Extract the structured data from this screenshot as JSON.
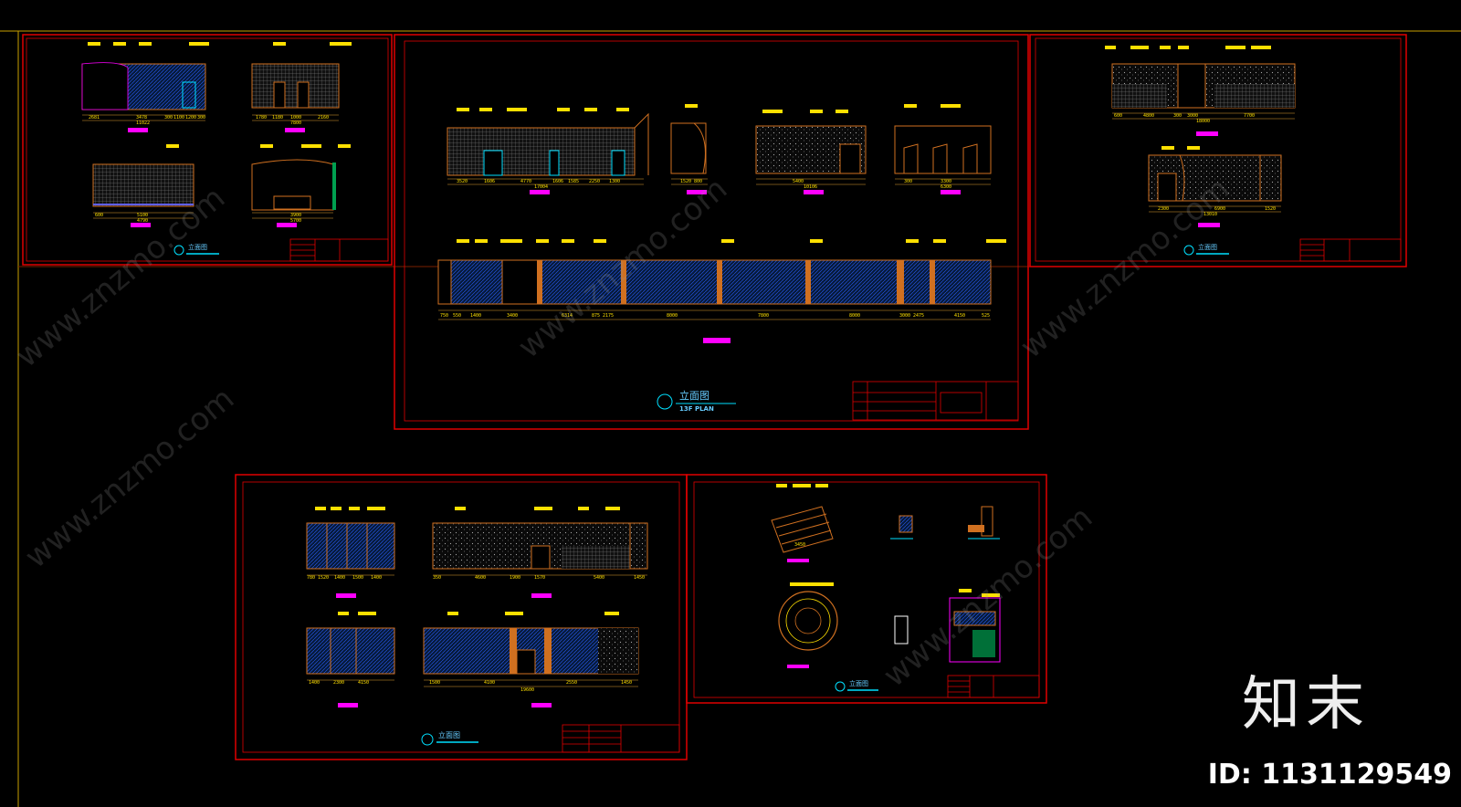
{
  "colors": {
    "background": "#000000",
    "frame": "#e00000",
    "guide": "#c8a000",
    "label_yellow": "#ffe000",
    "magenta": "#ff00ff",
    "cyan": "#00e0ff",
    "wall_orange": "#d07020",
    "pattern_blue": "#3060ff"
  },
  "sheets": [
    {
      "id": "s1",
      "title": "立面图",
      "subtitle": ""
    },
    {
      "id": "s2",
      "title": "立面图",
      "subtitle": "13F PLAN"
    },
    {
      "id": "s3",
      "title": "立面图",
      "subtitle": ""
    },
    {
      "id": "s4",
      "title": "立面图",
      "subtitle": ""
    },
    {
      "id": "s5",
      "title": "立面图",
      "subtitle": ""
    }
  ],
  "dimensions": {
    "s1": [
      "2681",
      "3478",
      "11022",
      "300",
      "1100",
      "1200",
      "300",
      "1780",
      "1180",
      "1000",
      "2160",
      "7800",
      "600",
      "5100",
      "3900",
      "5700",
      "4790"
    ],
    "s2": [
      "3520",
      "1606",
      "4770",
      "1606",
      "1585",
      "2250",
      "1300",
      "17004",
      "1520",
      "800",
      "5400",
      "10106",
      "300",
      "3300",
      "6300",
      "750",
      "550",
      "1400",
      "3400",
      "6314",
      "875",
      "2175",
      "8000",
      "7800",
      "8000",
      "3000",
      "2475",
      "4150",
      "525"
    ],
    "s3": [
      "600",
      "4800",
      "300",
      "3000",
      "7700",
      "18000",
      "2300",
      "6900",
      "1520",
      "13010"
    ],
    "s4": [
      "780",
      "1520",
      "1400",
      "1500",
      "1400",
      "350",
      "4600",
      "1900",
      "1570",
      "5400",
      "1450",
      "1400",
      "2300",
      "4150",
      "1500",
      "4100",
      "2550",
      "1450",
      "19600"
    ],
    "s5": [
      "3450"
    ]
  },
  "watermark": {
    "brand": "知末",
    "id_label": "ID: 1131129549",
    "site": "www.znzmo.com"
  }
}
